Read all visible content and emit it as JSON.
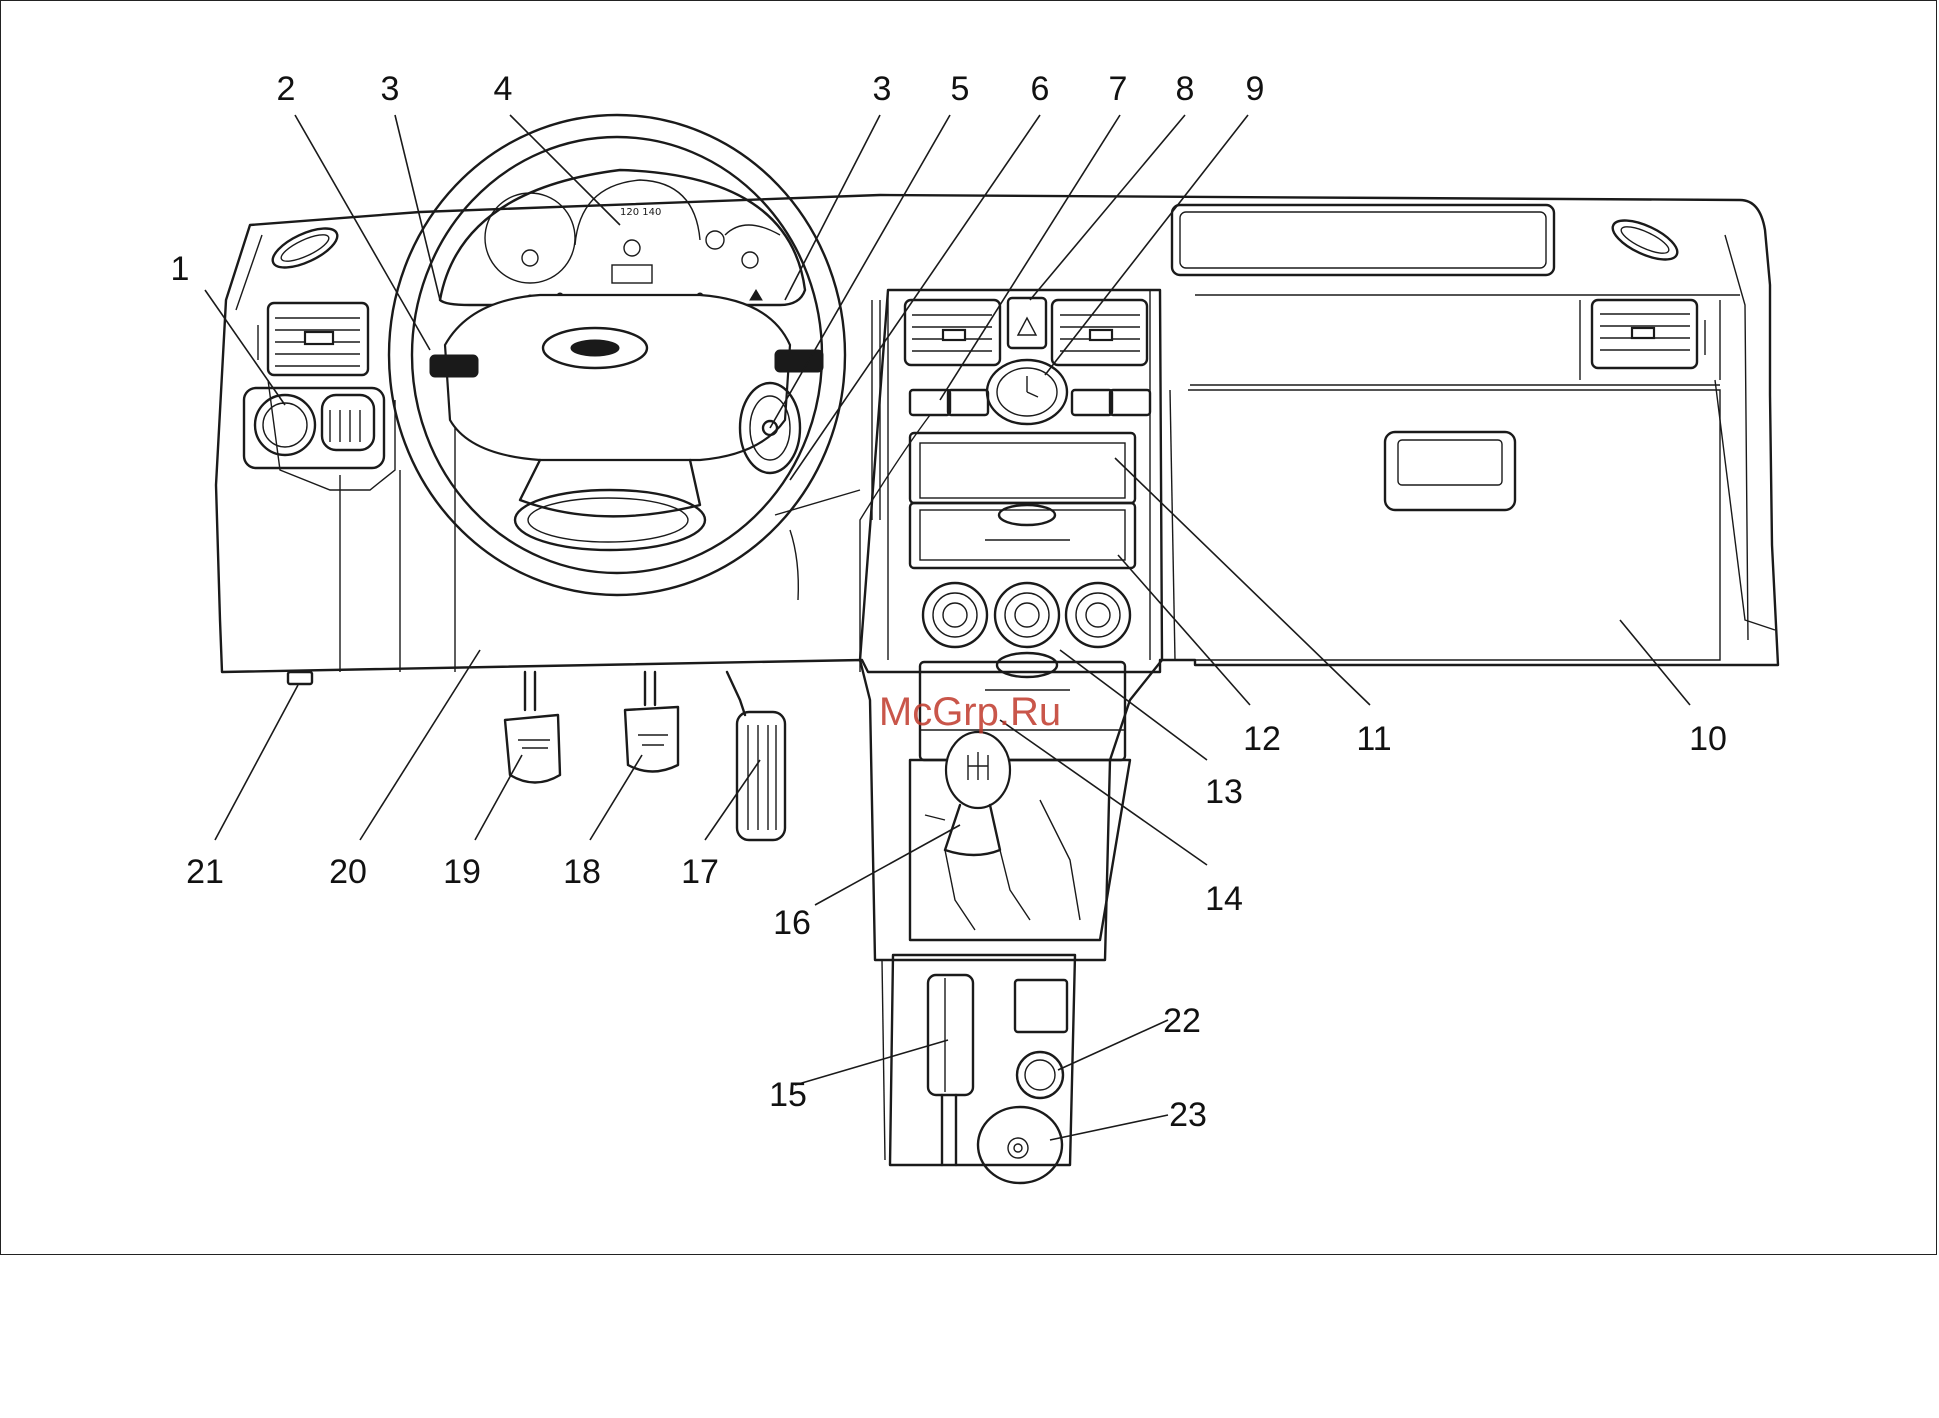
{
  "diagram": {
    "callouts": [
      "1",
      "2",
      "3",
      "3",
      "4",
      "5",
      "6",
      "7",
      "8",
      "9",
      "10",
      "11",
      "12",
      "13",
      "14",
      "15",
      "16",
      "17",
      "18",
      "19",
      "20",
      "21",
      "22",
      "23"
    ],
    "watermark": "McGrp.Ru"
  },
  "colors": {
    "line": "#1a1a1a",
    "background": "#ffffff",
    "watermark": "#c0392b"
  }
}
